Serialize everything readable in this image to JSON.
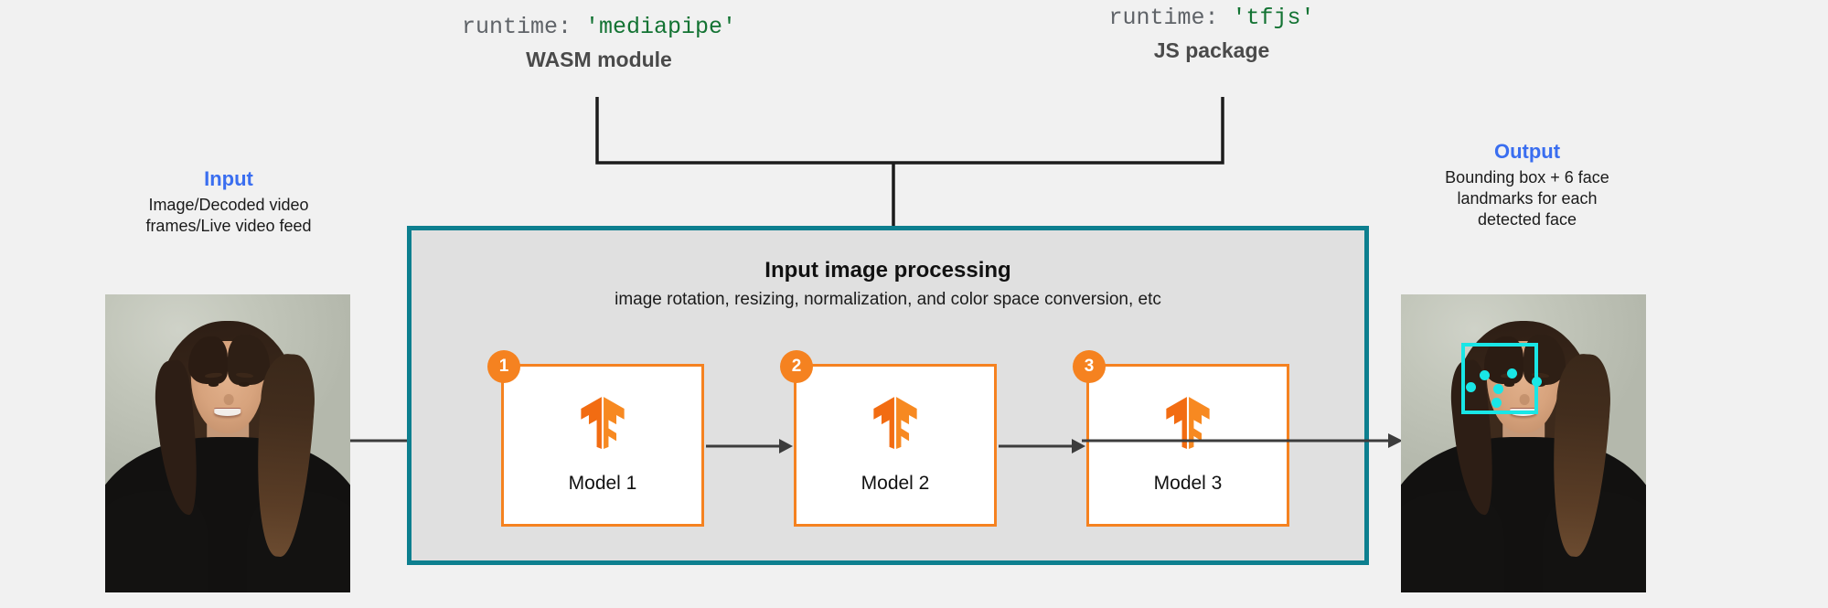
{
  "page": {
    "background": "#f1f1f1",
    "accent_blue": "#3a6ef0",
    "accent_orange": "#f58220",
    "accent_teal": "#0d7f8f",
    "accent_cyan": "#19e6e6",
    "code_green": "#137333"
  },
  "runtime_options": [
    {
      "code_key": "runtime:",
      "code_value": "'mediapipe'",
      "subtitle": "WASM module"
    },
    {
      "code_key": "runtime:",
      "code_value": "'tfjs'",
      "subtitle": "JS package"
    }
  ],
  "input": {
    "title": "Input",
    "description_lines": [
      "Image/Decoded video",
      "frames/Live video feed"
    ],
    "image_alt": "portrait-photo-woman-smiling"
  },
  "output": {
    "title": "Output",
    "description_lines": [
      "Bounding box + 6 face",
      "landmarks for each",
      "detected face"
    ],
    "image_alt": "portrait-photo-woman-smiling-with-face-detection-overlay",
    "overlay": {
      "box_label": "face-bounding-box",
      "landmark_count": 6
    }
  },
  "pipeline": {
    "title": "Input image processing",
    "subtitle": "image rotation, resizing, normalization, and color space conversion, etc",
    "models": [
      {
        "badge": "1",
        "label": "Model 1",
        "icon": "tensorflow-logo-icon"
      },
      {
        "badge": "2",
        "label": "Model 2",
        "icon": "tensorflow-logo-icon"
      },
      {
        "badge": "3",
        "label": "Model 3",
        "icon": "tensorflow-logo-icon"
      }
    ]
  }
}
